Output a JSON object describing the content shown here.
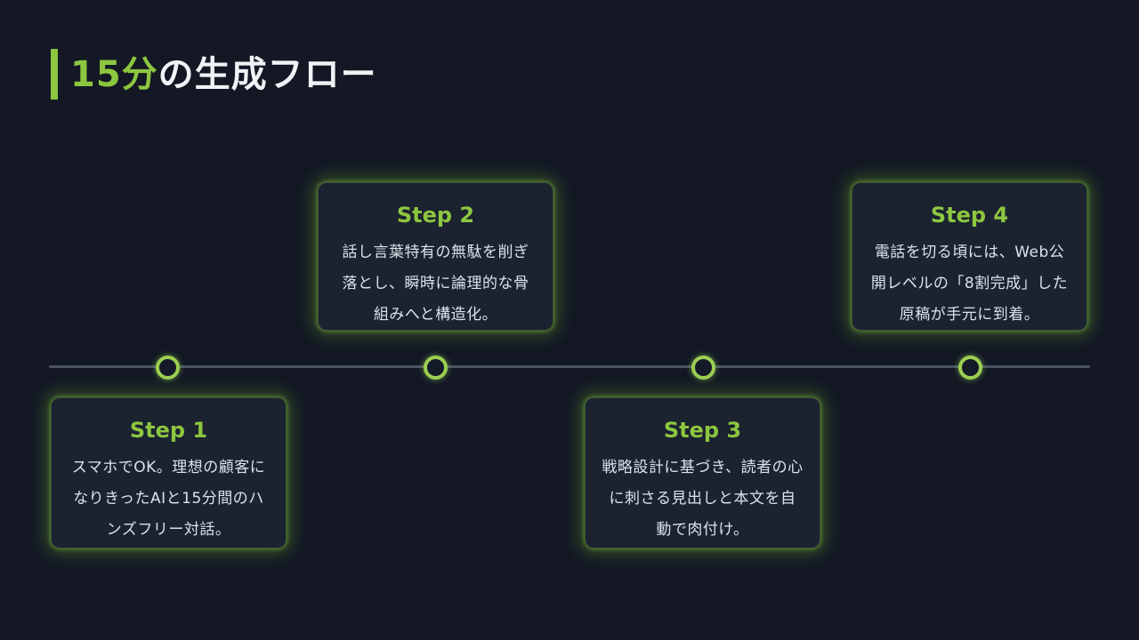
{
  "slide": {
    "title": {
      "highlight": "15分",
      "rest": "の生成フロー"
    },
    "colors": {
      "background": "#131824",
      "card_background": "#1b2230",
      "accent_green": "#8dc63f",
      "node_ring_green": "#9ccf52",
      "timeline_line": "#4a5263",
      "body_text": "#dde2e9",
      "title_text": "#f0f2f5"
    },
    "steps": [
      {
        "label": "Step 1",
        "description": "スマホでOK。理想の顧客になりきったAIと15分間のハンズフリー対話。",
        "position": "below-line"
      },
      {
        "label": "Step 2",
        "description": "話し言葉特有の無駄を削ぎ落とし、瞬時に論理的な骨組みへと構造化。",
        "position": "above-line"
      },
      {
        "label": "Step 3",
        "description": "戦略設計に基づき、読者の心に刺さる見出しと本文を自動で肉付け。",
        "position": "below-line"
      },
      {
        "label": "Step 4",
        "description": "電話を切る頃には、Web公開レベルの「8割完成」した原稿が手元に到着。",
        "position": "above-line"
      }
    ]
  }
}
